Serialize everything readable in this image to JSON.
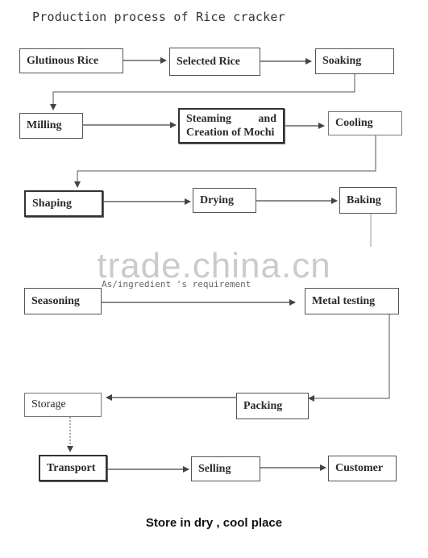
{
  "title": "Production process of Rice cracker",
  "nodes": {
    "glutinous_rice": "Glutinous Rice",
    "selected_rice": "Selected Rice",
    "soaking": "Soaking",
    "milling": "Milling",
    "steaming_line1_a": "Steaming",
    "steaming_line1_b": "and",
    "steaming_line2": "Creation of Mochi",
    "cooling": "Cooling",
    "shaping": "Shaping",
    "drying": "Drying",
    "baking": "Baking",
    "seasoning": "Seasoning",
    "metal_testing": "Metal testing",
    "storage": "Storage",
    "packing": "Packing",
    "transport": "Transport",
    "selling": "Selling",
    "customer": "Customer"
  },
  "seasoning_note": "As/ingredient 's requirement",
  "watermark": "trade.china.cn",
  "footer": "Store in dry , cool place"
}
